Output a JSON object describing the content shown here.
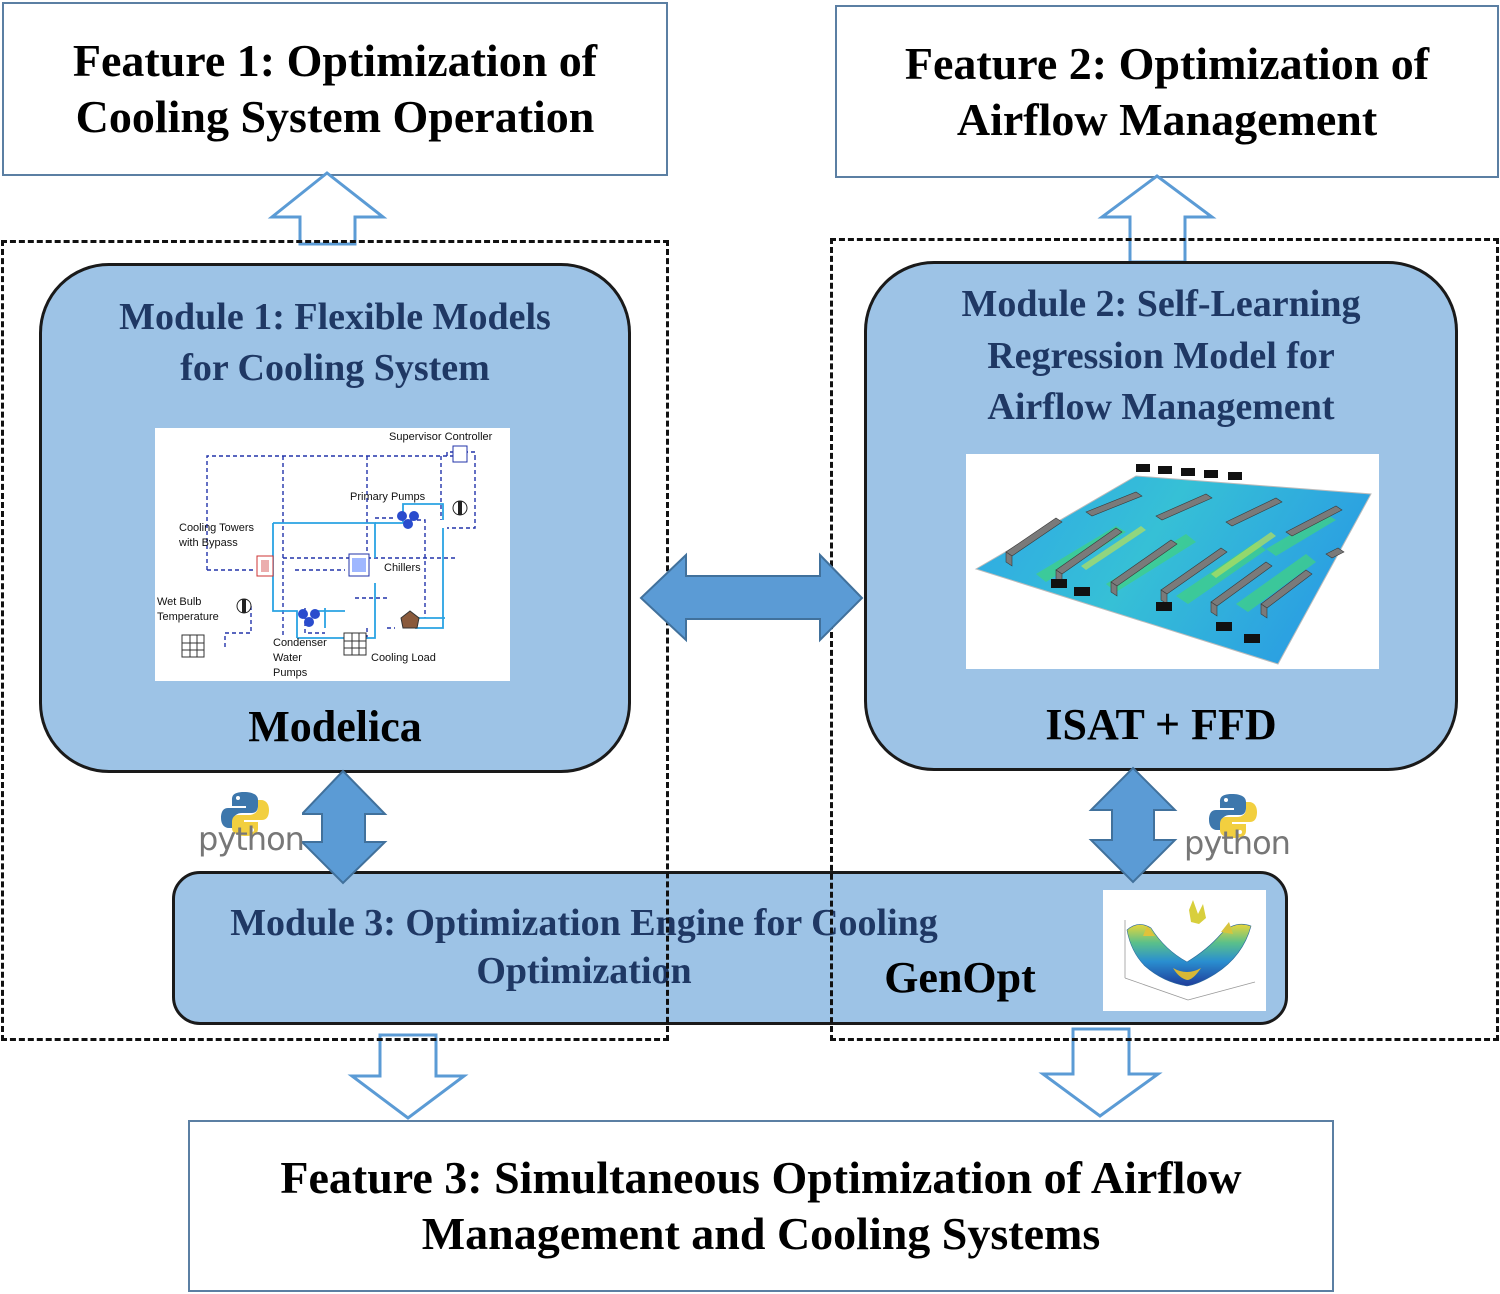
{
  "features": [
    {
      "id": "f1",
      "line1": "Feature 1: Optimization of",
      "line2": "Cooling System Operation"
    },
    {
      "id": "f2",
      "line1": "Feature 2: Optimization of",
      "line2": "Airflow Management"
    },
    {
      "id": "f3",
      "line1": "Feature 3: Simultaneous Optimization of Airflow",
      "line2": "Management and Cooling Systems"
    }
  ],
  "module1": {
    "title_line1": "Module 1: Flexible Models",
    "title_line2": "for Cooling System",
    "label": "Modelica",
    "schematic": {
      "supervisor": "Supervisor Controller",
      "primary_pumps": "Primary Pumps",
      "cooling_towers_1": "Cooling Towers",
      "cooling_towers_2": "with Bypass",
      "chillers": "Chillers",
      "wet_bulb_1": "Wet Bulb",
      "wet_bulb_2": "Temperature",
      "condenser_1": "Condenser",
      "condenser_2": "Water",
      "condenser_3": "Pumps",
      "cooling_load": "Cooling Load"
    }
  },
  "module2": {
    "title_line1": "Module 2: Self-Learning",
    "title_line2": "Regression Model for",
    "title_line3": "Airflow Management",
    "label": "ISAT + FFD"
  },
  "module3": {
    "title_line1": "Module 3: Optimization  Engine for Cooling",
    "title_line2": "Optimization",
    "label": "GenOpt"
  },
  "python_logo_text": "python",
  "colors": {
    "module_fill": "#9dc3e6",
    "arrow_fill": "#5b9bd5",
    "title_text": "#1f3864",
    "feature_border": "#5b7fa3"
  }
}
